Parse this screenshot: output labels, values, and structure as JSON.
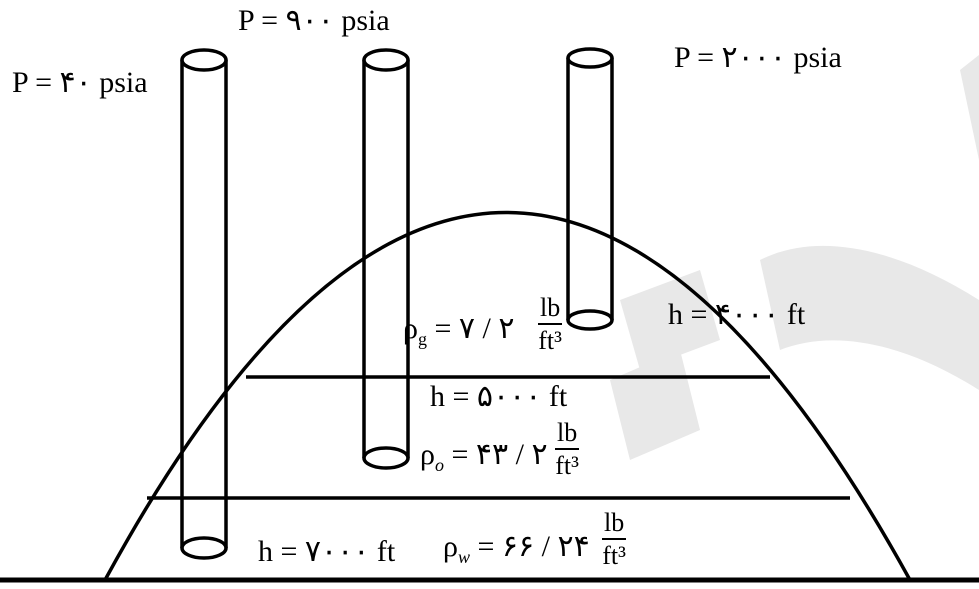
{
  "pressures": {
    "well1": "P = ۴۰ psia",
    "well2": "P = ۹۰۰ psia",
    "well3": "P = ۲۰۰۰ psia"
  },
  "heights": {
    "gas_oil_contact": "h = ۴۰۰۰ ft",
    "oil_water_contact": "h = ۵۰۰۰ ft",
    "water_base": "h = ۷۰۰۰ ft"
  },
  "densities": {
    "gas": {
      "symbol": "ρ",
      "subscript": "g",
      "value": "= ۷ / ۲",
      "num": "lb",
      "den": "ft³"
    },
    "oil": {
      "symbol": "ρ",
      "subscript": "o",
      "value": "= ۴۳ / ۲",
      "num": "lb",
      "den": "ft³"
    },
    "water": {
      "symbol": "ρ",
      "subscript": "w",
      "value": "= ۶۶ / ۲۴",
      "num": "lb",
      "den": "ft³"
    }
  },
  "watermark_color": "#e6e6e6",
  "stroke_color": "#000000"
}
